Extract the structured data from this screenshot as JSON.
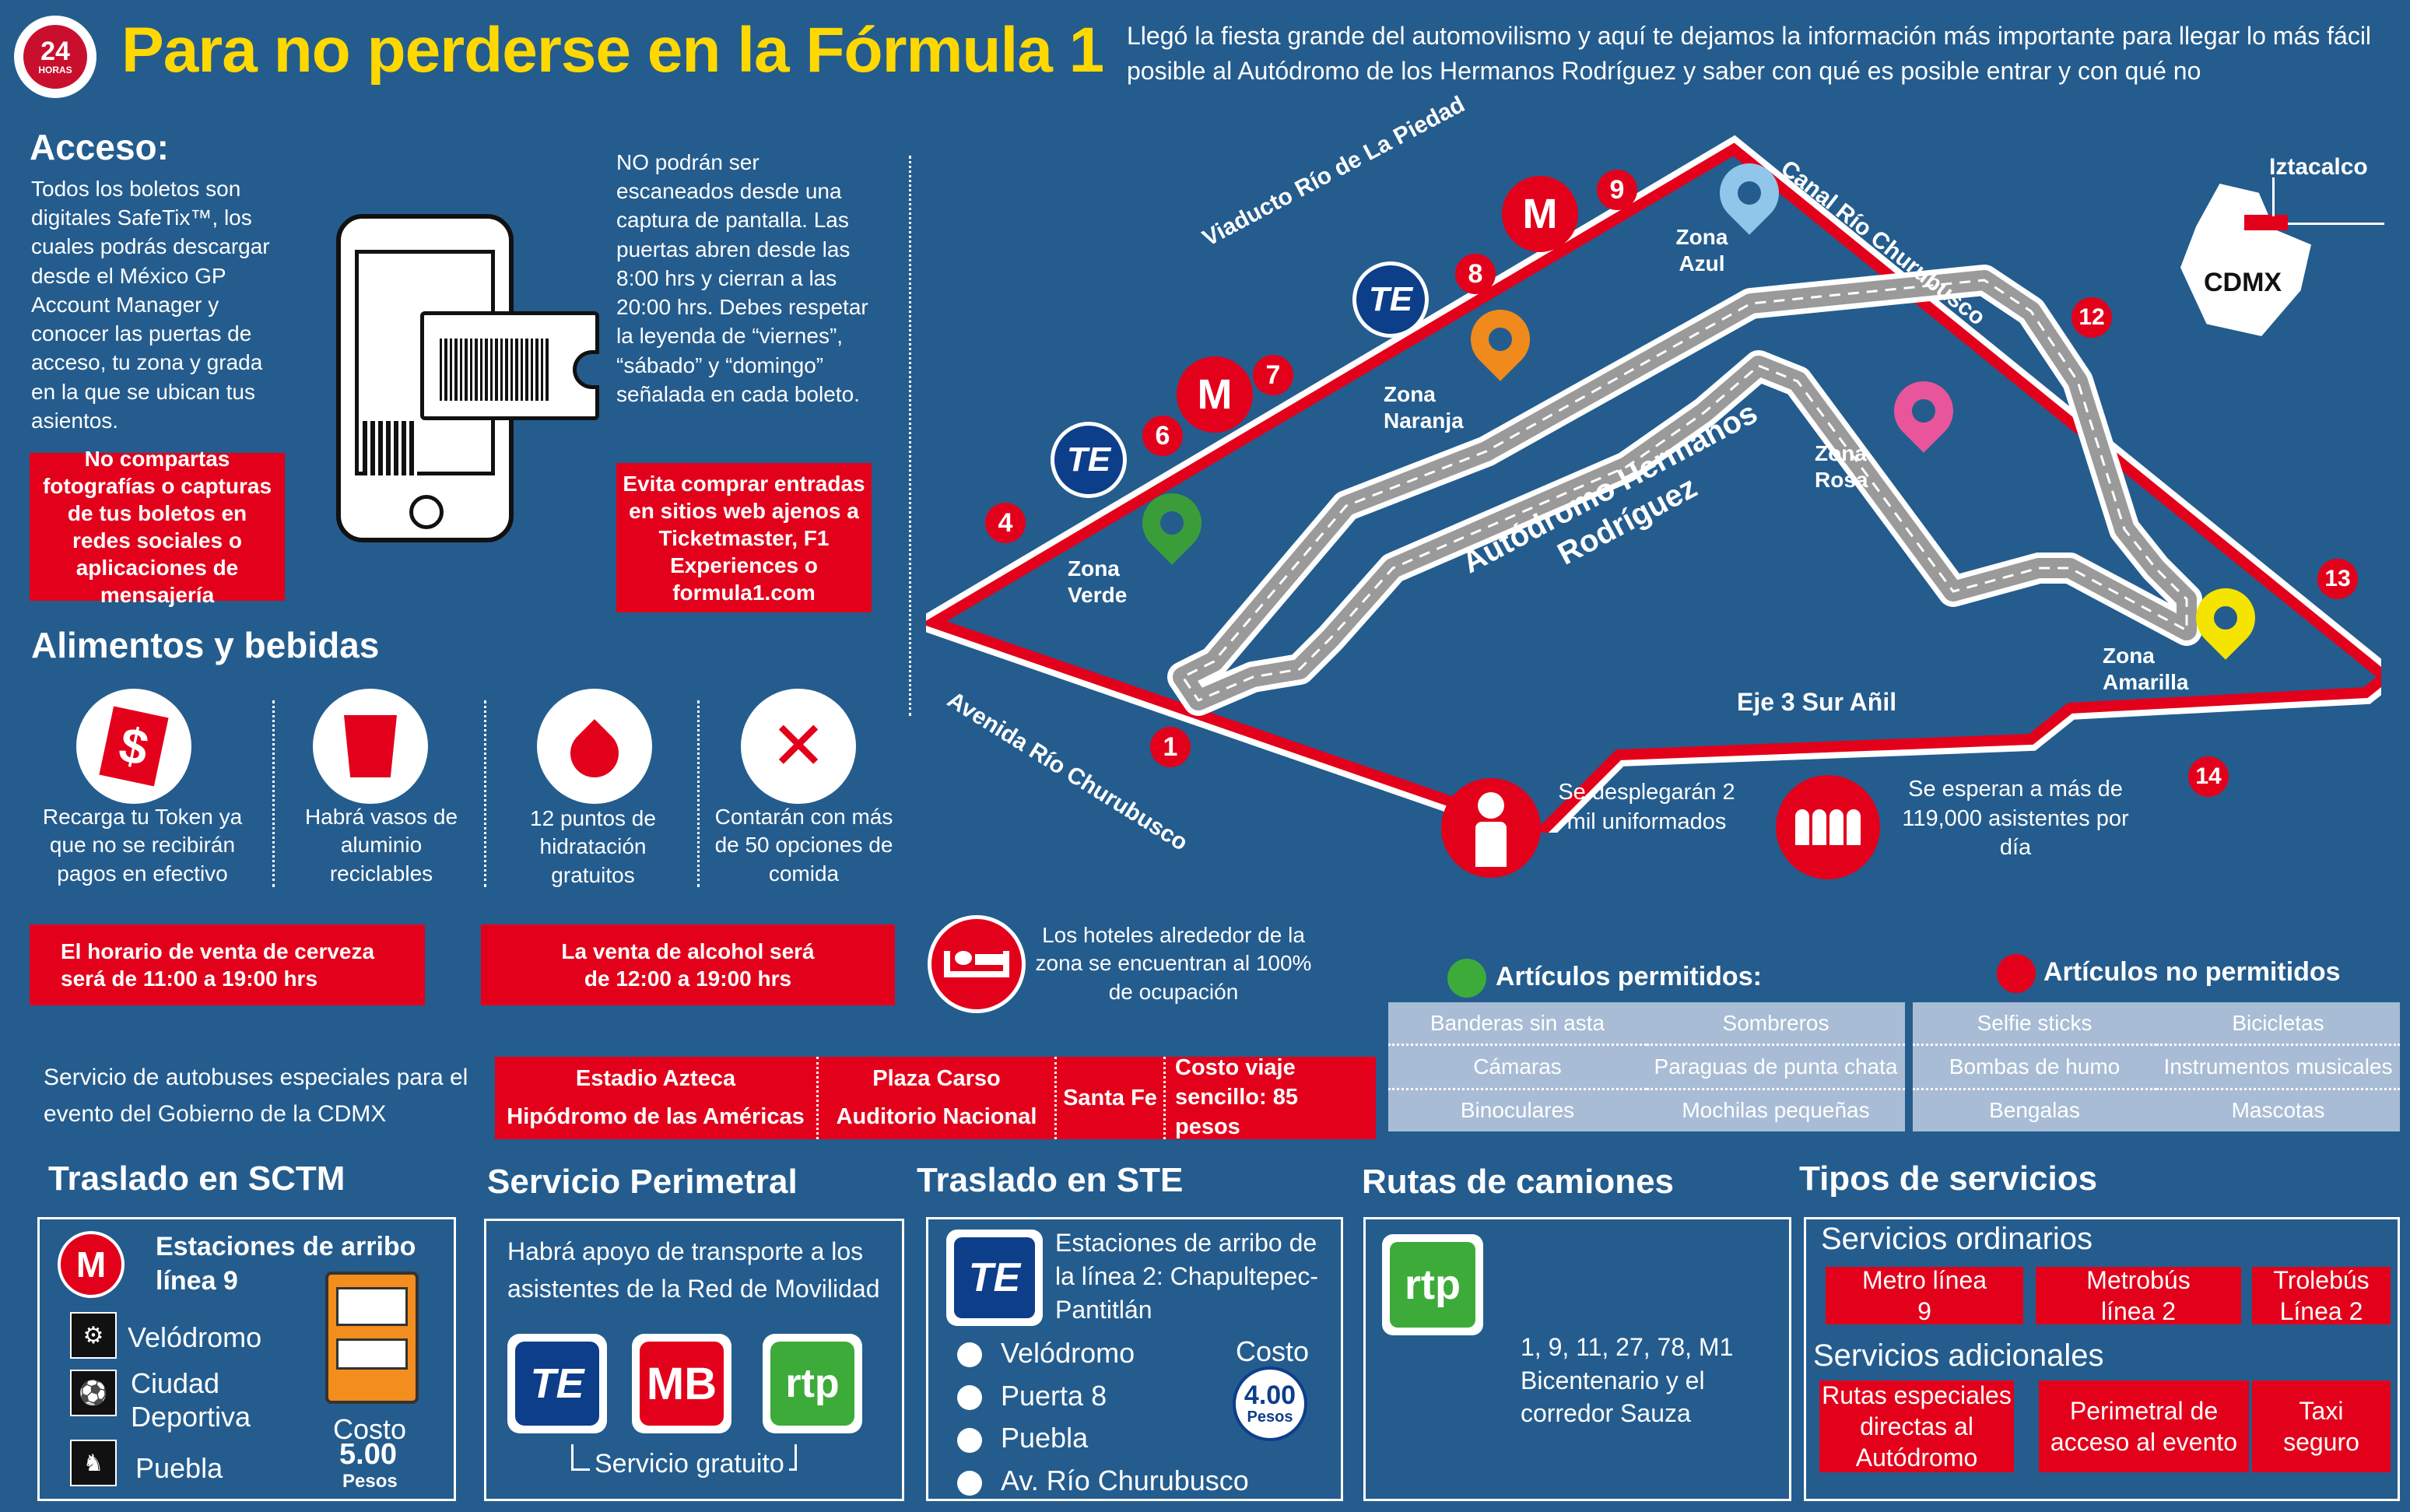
{
  "header": {
    "title": "Para no perderse en la Fórmula 1",
    "logo": "24 HORAS",
    "intro": "Llegó la fiesta grande del automovilismo y aquí te dejamos la información más importante para llegar lo más fácil posible al Autódromo de los Hermanos Rodríguez y saber con qué es posible entrar y con qué no"
  },
  "acceso": {
    "title": "Acceso:",
    "text": "Todos los boletos son digitales SafeTix™, los cuales podrás descargar desde el México GP Account Manager y conocer las puertas de acceso, tu zona y grada en la que se ubican tus asientos.",
    "warn1": "No compartas fotografías o capturas de tus boletos en redes sociales o aplicaciones de mensajería",
    "text2": "NO podrán ser escaneados desde una captura de pantalla. Las puertas abren desde las 8:00 hrs y cierran a las 20:00 hrs. Debes respetar la leyenda de “viernes”, “sábado” y “domingo” señalada en cada boleto.",
    "warn2": "Evita comprar entradas en sitios web ajenos a Ticketmaster, F1 Experiences o formula1.com"
  },
  "alimentos": {
    "title": "Alimentos y bebidas",
    "items": [
      {
        "icon": "token-icon",
        "text": "Recarga tu Token ya que no se recibirán pagos en efectivo"
      },
      {
        "icon": "cup-icon",
        "text": "Habrá vasos de aluminio reciclables"
      },
      {
        "icon": "drop-icon",
        "text": "12 puntos de hidratación gratuitos"
      },
      {
        "icon": "food-icon",
        "text": "Contarán con más de 50 opciones de comida"
      }
    ],
    "cerveza": "El horario de venta de cerveza será de 11:00 a 19:00 hrs",
    "alcohol": "La venta de alcohol será de 12:00 a 19:00 hrs",
    "hoteles": "Los hoteles alrededor de la zona se encuentran al 100% de ocupación"
  },
  "map": {
    "name": "Autódromo Hermanos Rodríguez",
    "streets": {
      "viaducto": "Viaducto Río de La Piedad",
      "canal": "Canal Río Churubusco",
      "avenida": "Avenida Río Churubusco",
      "eje": "Eje 3 Sur Añil"
    },
    "zones": {
      "azul": "Zona Azul",
      "naranja": "Zona Naranja",
      "rosa": "Zona Rosa",
      "verde": "Zona Verde",
      "amarilla": "Zona Amarilla"
    },
    "numbers": [
      "1",
      "4",
      "6",
      "7",
      "8",
      "9",
      "12",
      "13",
      "14"
    ],
    "cdmx": "CDMX",
    "iztacalco": "Iztacalco"
  },
  "stats": {
    "uniformados": "Se desplegarán 2 mil uniformados",
    "asistentes": "Se esperan a más de 119,000 asistentes por día"
  },
  "articulos": {
    "permitidos_title": "Artículos permitidos:",
    "permitidos": [
      "Banderas sin asta",
      "Sombreros",
      "Cámaras",
      "Paraguas de punta chata",
      "Binoculares",
      "Mochilas pequeñas"
    ],
    "no_title": "Artículos no permitidos",
    "no_permitidos": [
      "Selfie sticks",
      "Bicicletas",
      "Bombas de humo",
      "Instrumentos musicales",
      "Bengalas",
      "Mascotas"
    ]
  },
  "autobuses": {
    "text": "Servicio de autobuses especiales para el evento del Gobierno de la CDMX",
    "stops": [
      "Estadio Azteca",
      "Hipódromo de las Américas",
      "Plaza Carso",
      "Auditorio Nacional",
      "Santa Fe"
    ],
    "costo": "Costo viaje sencillo: 85 pesos"
  },
  "sctm": {
    "title": "Traslado en SCTM",
    "label": "Estaciones de arribo línea 9",
    "stations": [
      "Velódromo",
      "Ciudad Deportiva",
      "Puebla"
    ],
    "costo_label": "Costo",
    "costo": "5.00",
    "pesos": "Pesos"
  },
  "perimetral": {
    "title": "Servicio Perimetral",
    "text": "Habrá apoyo de transporte a los asistentes de la Red de Movilidad",
    "gratis": "Servicio gratuito"
  },
  "ste": {
    "title": "Traslado en  STE",
    "label": "Estaciones de arribo de la línea 2: Chapultepec-Pantitlán",
    "stations": [
      "Velódromo",
      "Puerta 8",
      "Puebla",
      "Av. Río Churubusco"
    ],
    "costo_label": "Costo",
    "costo": "4.00",
    "pesos": "Pesos"
  },
  "camiones": {
    "title": "Rutas de camiones",
    "text": "1, 9, 11, 27, 78, M1 Bicentenario y el corredor Sauza"
  },
  "tipos": {
    "title": "Tipos de servicios",
    "ordinarios": "Servicios ordinarios",
    "ord_items": [
      "Metro línea 9",
      "Metrobús línea 2",
      "Trolebús Línea 2"
    ],
    "adicionales": "Servicios adicionales",
    "adic_items": [
      "Rutas especiales directas al Autódromo",
      "Perimetral de acceso al evento",
      "Taxi seguro"
    ]
  },
  "colors": {
    "bg": "#245c8e",
    "red": "#e3001b",
    "grey": "#a9bcd5",
    "yellow": "#ffd800",
    "zone_azul": "#8fc6ea",
    "zone_naranja": "#f08a1c",
    "zone_rosa": "#e8559b",
    "zone_verde": "#3a9d3a",
    "zone_amarilla": "#f5e400",
    "permitido": "#3dab3a"
  }
}
